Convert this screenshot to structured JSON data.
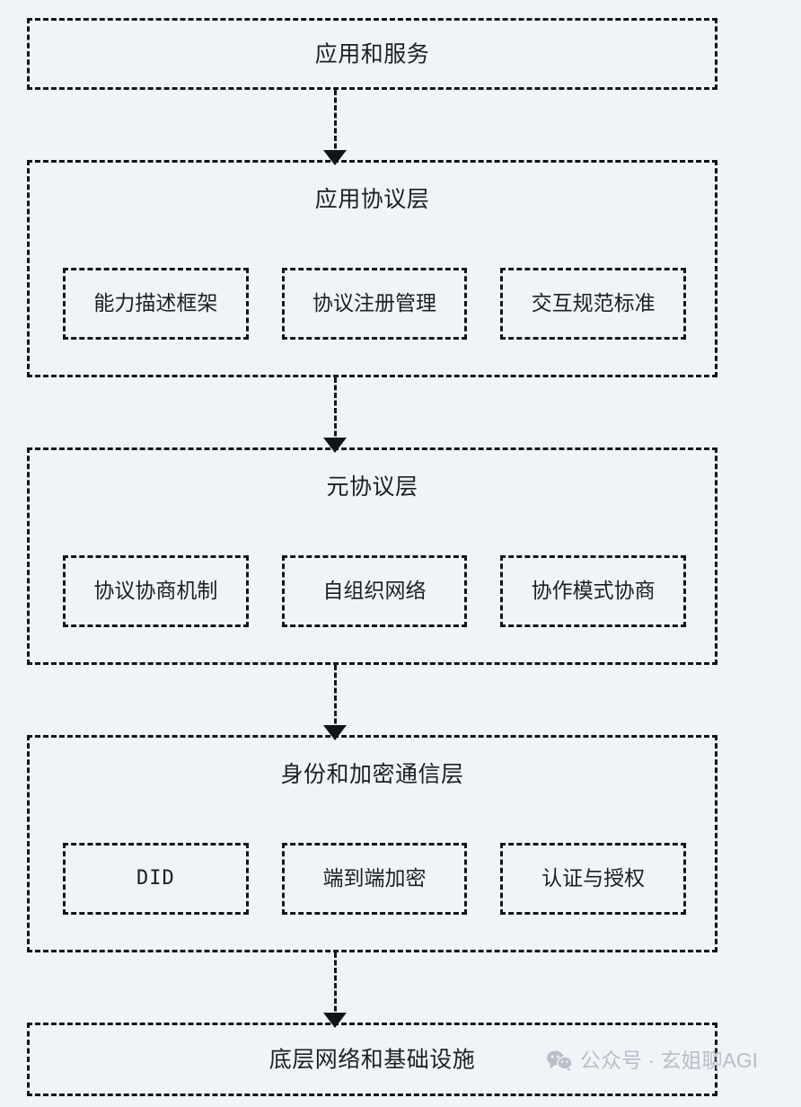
{
  "diagram": {
    "type": "layered-architecture-stack",
    "background_color": "#f0f4f9",
    "line_color": "#111418",
    "border_style": "dashed",
    "layers": [
      {
        "id": "application-and-services",
        "title": "应用和服务",
        "modules": []
      },
      {
        "id": "application-protocol-layer",
        "title": "应用协议层",
        "modules": [
          {
            "id": "capability-description-framework",
            "label": "能力描述框架"
          },
          {
            "id": "protocol-registration-management",
            "label": "协议注册管理"
          },
          {
            "id": "interaction-specification-standard",
            "label": "交互规范标准"
          }
        ]
      },
      {
        "id": "meta-protocol-layer",
        "title": "元协议层",
        "modules": [
          {
            "id": "protocol-negotiation-mechanism",
            "label": "协议协商机制"
          },
          {
            "id": "self-organizing-network",
            "label": "自组织网络"
          },
          {
            "id": "collaboration-mode-negotiation",
            "label": "协作模式协商"
          }
        ]
      },
      {
        "id": "identity-and-encrypted-communication-layer",
        "title": "身份和加密通信层",
        "modules": [
          {
            "id": "did",
            "label": "DID",
            "mono": true
          },
          {
            "id": "end-to-end-encryption",
            "label": "端到端加密"
          },
          {
            "id": "authentication-and-authorization",
            "label": "认证与授权"
          }
        ]
      },
      {
        "id": "underlying-network-and-infrastructure",
        "title": "底层网络和基础设施",
        "modules": []
      }
    ],
    "connectors": [
      {
        "id": "connector-1",
        "from": "application-and-services",
        "to": "application-protocol-layer",
        "arrow": "down"
      },
      {
        "id": "connector-2",
        "from": "application-protocol-layer",
        "to": "meta-protocol-layer",
        "arrow": "down"
      },
      {
        "id": "connector-3",
        "from": "meta-protocol-layer",
        "to": "identity-and-encrypted-communication-layer",
        "arrow": "down"
      },
      {
        "id": "connector-4",
        "from": "identity-and-encrypted-communication-layer",
        "to": "underlying-network-and-infrastructure",
        "arrow": "down"
      }
    ]
  },
  "watermark": {
    "icon": "wechat-icon",
    "text": "公众号 · 玄姐聊AGI",
    "color": "#b9bfc7"
  }
}
